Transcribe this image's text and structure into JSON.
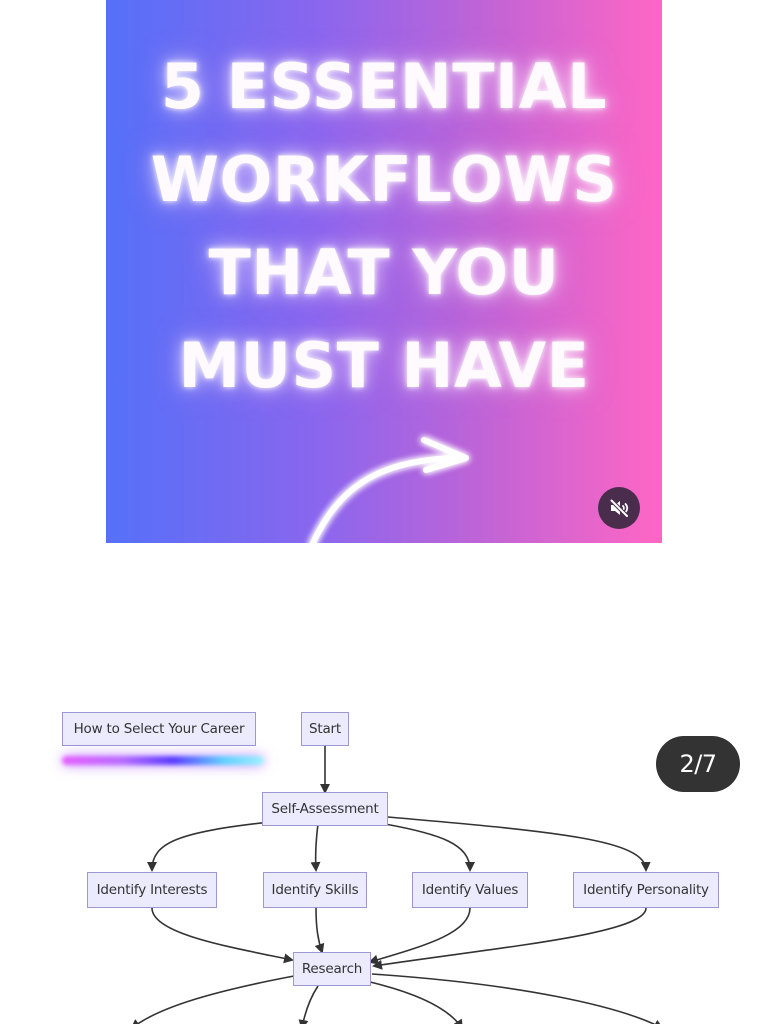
{
  "post_video": {
    "headline_lines": [
      "5 ESSENTIAL",
      "WORKFLOWS",
      "THAT YOU",
      "MUST HAVE"
    ],
    "mute_icon": "speaker-muted-icon",
    "colors": {
      "gradient_left": "#5570f8",
      "gradient_right": "#ff66c4",
      "mute_button_bg": "#4a2d4c"
    }
  },
  "post_slides": {
    "counter": "2/7",
    "flowchart": {
      "title": "How to Select Your Career",
      "nodes": {
        "start": "Start",
        "self_assessment": "Self-Assessment",
        "interests": "Identify Interests",
        "skills": "Identify Skills",
        "values": "Identify Values",
        "personality": "Identify Personality",
        "research": "Research"
      }
    },
    "colors": {
      "node_fill": "#ecebfd",
      "node_border": "#9c98d3",
      "edge": "#333333",
      "counter_bg": "#333333"
    }
  }
}
